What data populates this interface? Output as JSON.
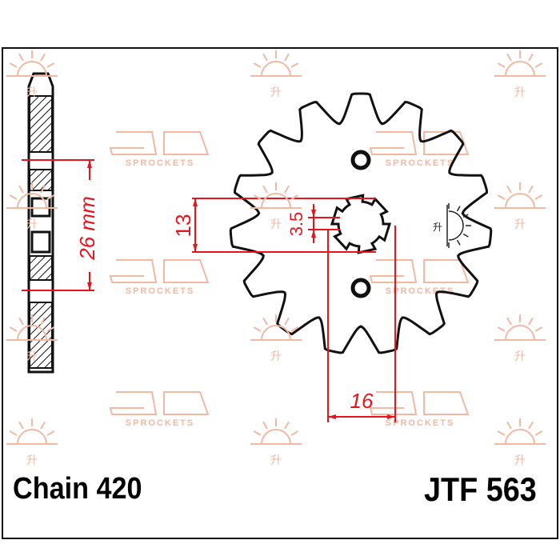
{
  "labels": {
    "chain": "Chain 420",
    "part_number": "JTF 563"
  },
  "dimensions": {
    "chain_width": "26 mm",
    "spline_width": "13",
    "spline_depth": "3.5",
    "spline_offset": "16"
  },
  "watermark": {
    "brand_text": "SPROCKETS",
    "glyph": "升"
  },
  "colors": {
    "outline": "#111111",
    "dimension": "#e8141c",
    "watermark": "#f2b8a2"
  }
}
